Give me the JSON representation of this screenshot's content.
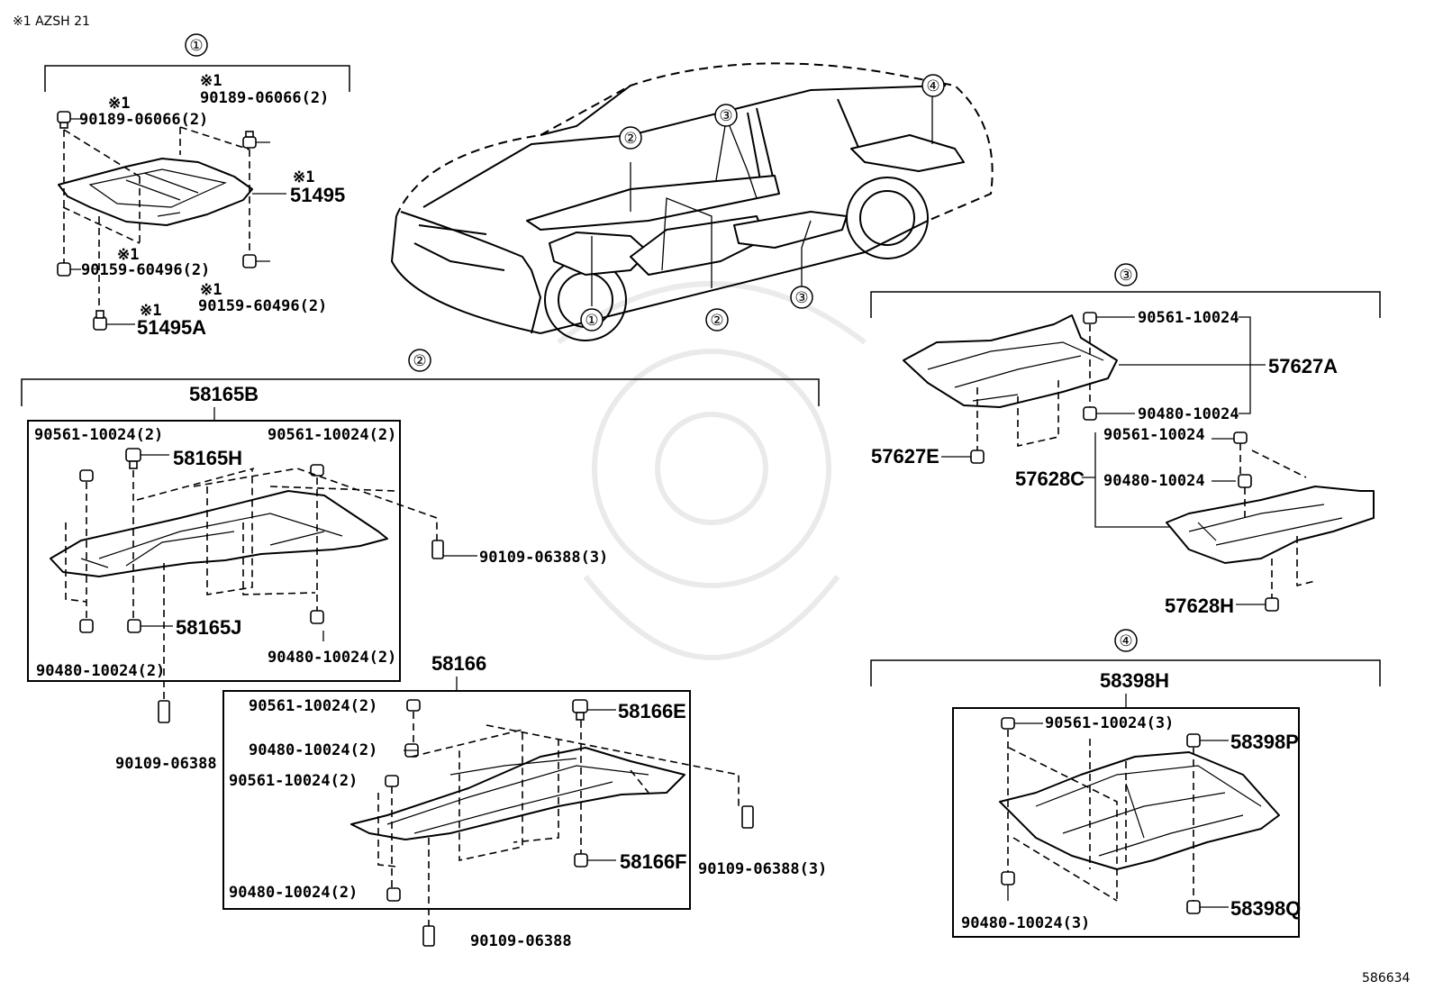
{
  "header_note": "※1 AZSH 21",
  "figure_number": "586634",
  "markers": {
    "m1": "①",
    "m2": "②",
    "m3": "③",
    "m4": "④"
  },
  "group1": {
    "note1": "※1",
    "p_90189_top": "90189-06066(2)",
    "p_90189_left": "90189-06066(2)",
    "p_51495": "51495",
    "p_90159_left": "90159-60496(2)",
    "p_90159_right": "90159-60496(2)",
    "p_51495A": "51495A"
  },
  "group2": {
    "p_58165B": "58165B",
    "p_90561_a": "90561-10024(2)",
    "p_58165H": "58165H",
    "p_90561_b": "90561-10024(2)",
    "p_90109_a": "90109-06388(3)",
    "p_90480_a": "90480-10024(2)",
    "p_58165J": "58165J",
    "p_90480_b": "90480-10024(2)",
    "p_90109_b": "90109-06388",
    "p_58166": "58166",
    "p_90561_c": "90561-10024(2)",
    "p_58166E": "58166E",
    "p_90480_c": "90480-10024(2)",
    "p_90561_d": "90561-10024(2)",
    "p_58166F": "58166F",
    "p_90109_c": "90109-06388(3)",
    "p_90480_d": "90480-10024(2)",
    "p_90109_d": "90109-06388"
  },
  "group3": {
    "p_90561_a": "90561-10024",
    "p_57627A": "57627A",
    "p_90480_a": "90480-10024",
    "p_57627E": "57627E",
    "p_90561_b": "90561-10024",
    "p_57628C": "57628C",
    "p_90480_b": "90480-10024",
    "p_57628H": "57628H"
  },
  "group4": {
    "p_58398H": "58398H",
    "p_90561": "90561-10024(3)",
    "p_58398P": "58398P",
    "p_90480": "90480-10024(3)",
    "p_58398Q": "58398Q"
  }
}
